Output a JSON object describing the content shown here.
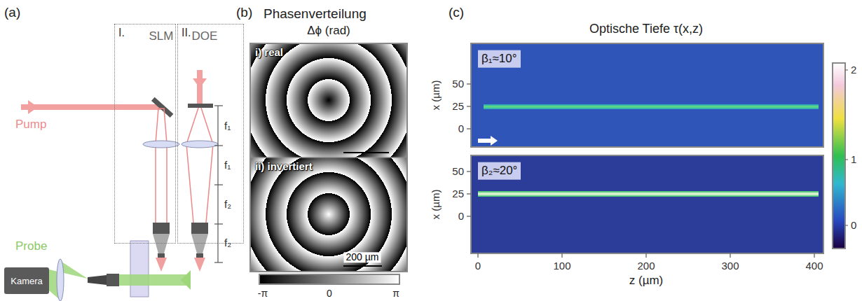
{
  "diagram": {
    "nodes": [
      {
        "text": [
          "I."
        ]
      },
      {
        "text": [
          "II."
        ]
      },
      {
        "text": [
          "Kamera"
        ]
      }
    ],
    "labels": [
      "(a)",
      "Pump",
      "SLM",
      "DOE",
      "f₁",
      "f₁",
      "f₂",
      "f₂",
      "Probe",
      "(b)",
      "Phasenverteilung",
      "Δϕ (rad)",
      "i) real",
      "ii) invertiert",
      "200 µm",
      "-π",
      "0",
      "π",
      "(c)",
      "Optische Tiefe  τ(x,z)",
      "β₁≈10°",
      "50",
      "25",
      "0",
      "x (µm)",
      "β₂≈20°",
      "50",
      "25",
      "0",
      "x (µm)",
      "0",
      "100",
      "200",
      "300",
      "400",
      "z (µm)",
      "2",
      "1",
      "0"
    ]
  }
}
